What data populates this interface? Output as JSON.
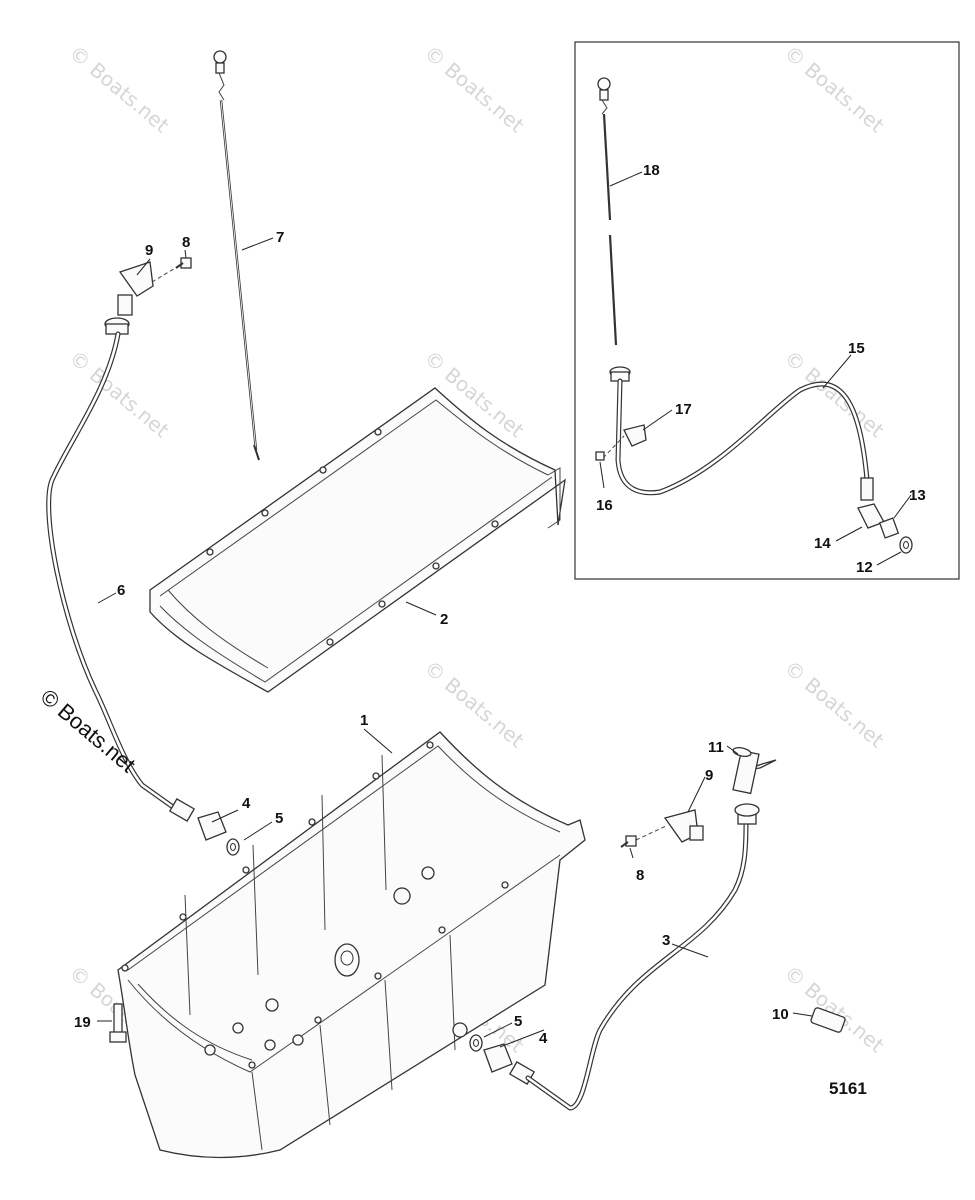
{
  "diagram": {
    "drawing_number": "5161",
    "copyright_text": "© Boats.net",
    "watermark_text": "© Boats.net",
    "callouts": [
      "1",
      "2",
      "3",
      "4",
      "5",
      "6",
      "7",
      "8",
      "9",
      "4",
      "5",
      "8",
      "9",
      "10",
      "11",
      "12",
      "13",
      "14",
      "15",
      "16",
      "17",
      "18",
      "19"
    ]
  }
}
